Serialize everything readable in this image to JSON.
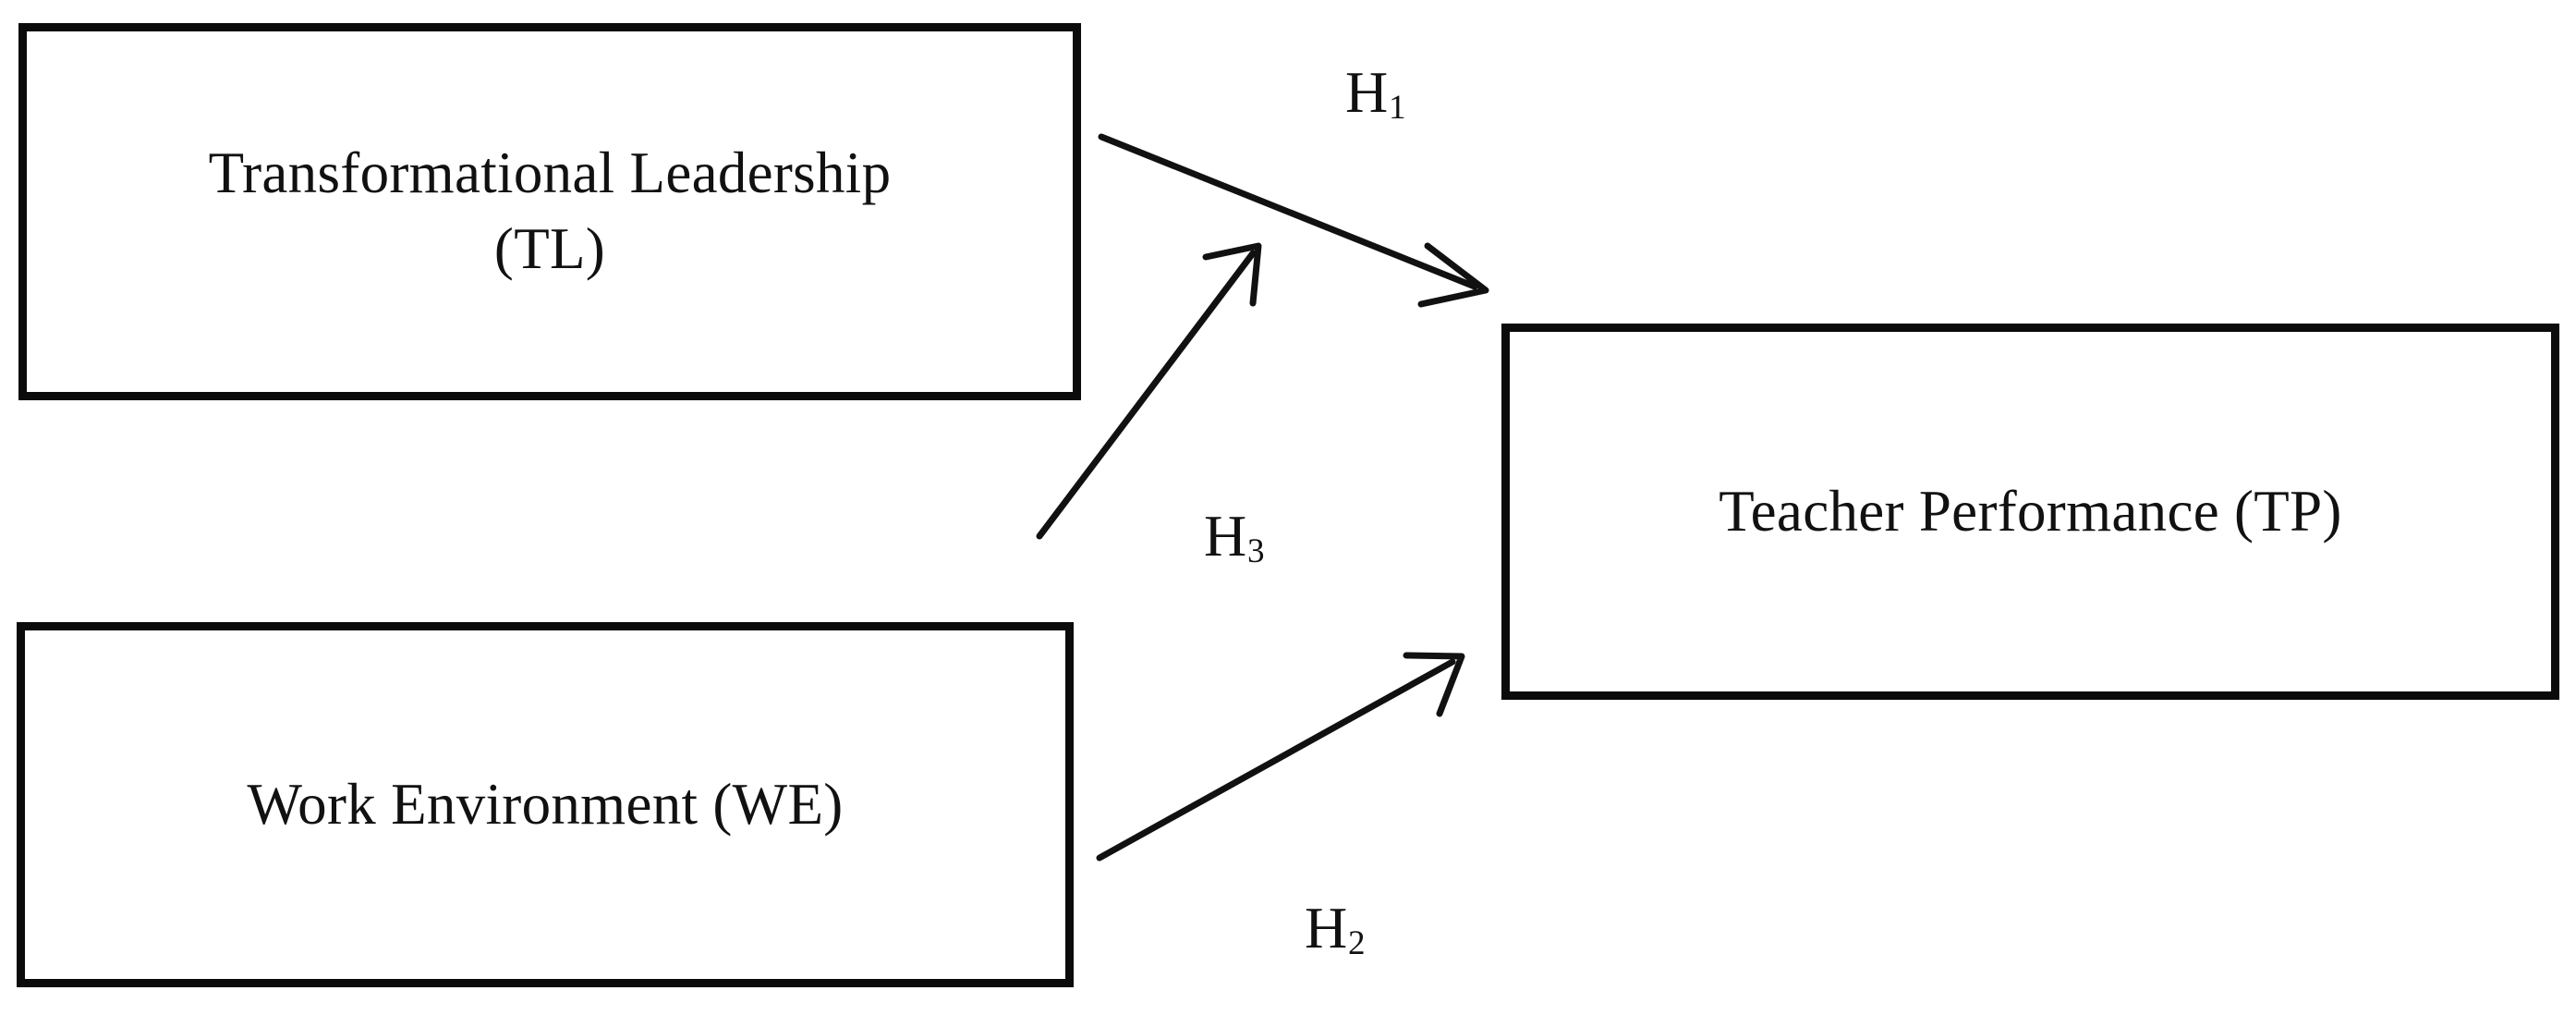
{
  "diagram": {
    "type": "conceptual-framework",
    "background_color": "#ffffff",
    "line_color": "#111111",
    "box_border_color": "#0b0b0b",
    "nodes": [
      {
        "id": "tl",
        "label": "Transformational Leadership\n(TL)",
        "role": "independent-variable",
        "position": "top-left"
      },
      {
        "id": "we",
        "label": "Work Environment (WE)",
        "role": "independent-variable",
        "position": "bottom-left"
      },
      {
        "id": "tp",
        "label": "Teacher Performance (TP)",
        "role": "dependent-variable",
        "position": "right"
      }
    ],
    "relationships": [
      {
        "id": "h1",
        "label_base": "H",
        "label_sub": "1",
        "from": "tl",
        "to": "tp"
      },
      {
        "id": "h2",
        "label_base": "H",
        "label_sub": "2",
        "from": "we",
        "to": "tp"
      },
      {
        "id": "h3",
        "label_base": "H",
        "label_sub": "3",
        "from": "we",
        "to": "tl"
      }
    ]
  }
}
